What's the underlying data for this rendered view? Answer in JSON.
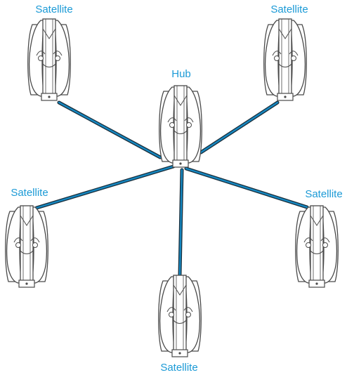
{
  "colors": {
    "label": "#1b9ad6",
    "link_outer": "#1a2f3c",
    "link_inner": "#1588c2",
    "device_stroke": "#4a4a4a",
    "device_fill": "#ffffff"
  },
  "icons": {
    "device": "mesh-router-device-icon"
  },
  "nodes": {
    "hub": {
      "label": "Hub"
    },
    "satellite_top_left": {
      "label": "Satellite"
    },
    "satellite_top_right": {
      "label": "Satellite"
    },
    "satellite_mid_left": {
      "label": "Satellite"
    },
    "satellite_mid_right": {
      "label": "Satellite"
    },
    "satellite_bottom": {
      "label": "Satellite"
    }
  }
}
